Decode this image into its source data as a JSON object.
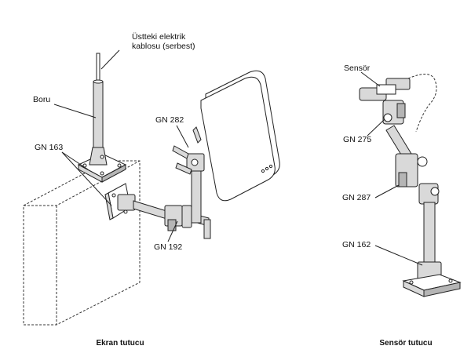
{
  "left": {
    "caption": "Ekran tutucu",
    "labels": {
      "cable_line1": "Üstteki elektrik",
      "cable_line2": "kablosu (serbest)",
      "pipe": "Boru",
      "gn163": "GN 163",
      "gn282": "GN 282",
      "gn192": "GN 192"
    }
  },
  "right": {
    "caption": "Sensör tutucu",
    "labels": {
      "sensor": "Sensör",
      "gn275": "GN 275",
      "gn287": "GN 287",
      "gn162": "GN 162"
    }
  }
}
